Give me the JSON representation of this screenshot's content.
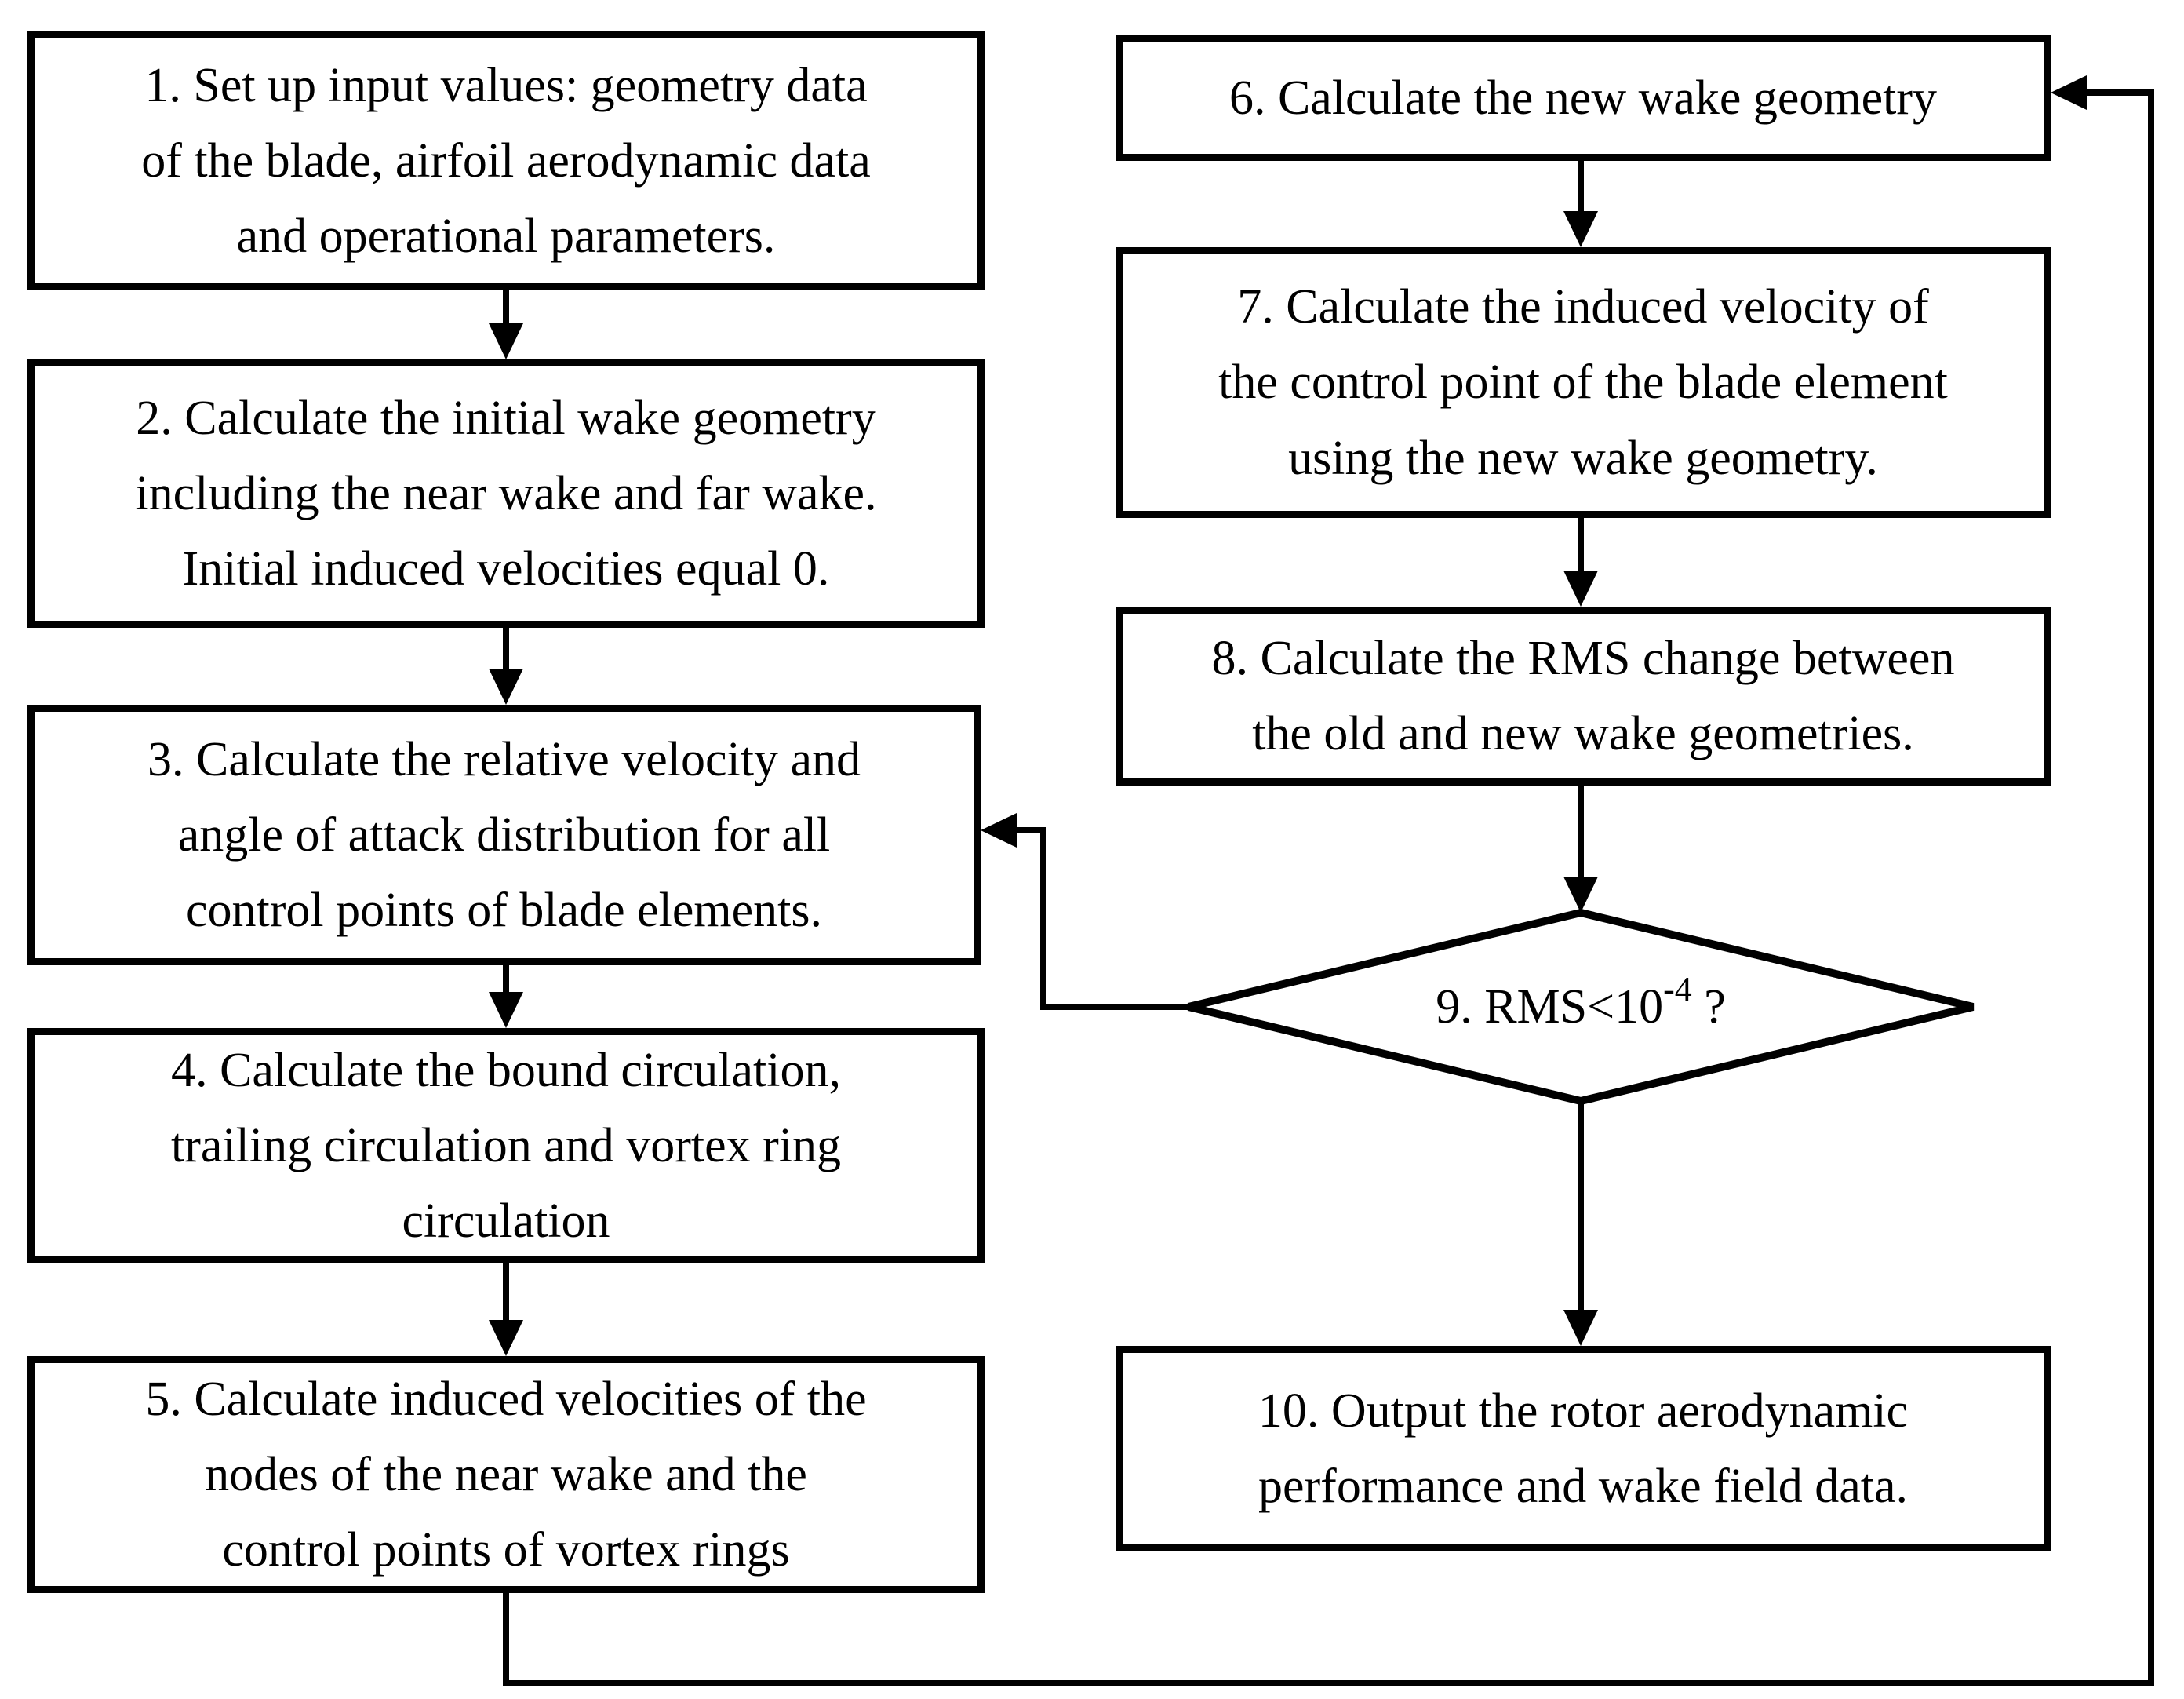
{
  "nodes": {
    "step1": "1. Set up input values: geometry data\nof the blade, airfoil aerodynamic data\nand operational parameters.",
    "step2": "2. Calculate the initial wake geometry\nincluding the near wake and far wake.\nInitial induced velocities equal 0.",
    "step3": "3. Calculate the relative velocity and\nangle of attack distribution for all\ncontrol points of blade elements.",
    "step4": "4. Calculate the bound circulation,\ntrailing circulation and vortex ring\ncirculation",
    "step5": "5. Calculate induced velocities of the\nnodes of the near wake and the\ncontrol points of vortex rings",
    "step6": "6. Calculate the new wake geometry",
    "step7": "7. Calculate the induced velocity of\nthe control point of the blade element\nusing the new wake geometry.",
    "step8": "8. Calculate the RMS change between\nthe old and new wake geometries.",
    "step9": {
      "prefix": "9. RMS<10",
      "superscript": "-4",
      "suffix": " ?"
    },
    "step10": "10. Output the rotor aerodynamic\nperformance and wake field data."
  },
  "edges": [
    {
      "from": "1",
      "to": "2"
    },
    {
      "from": "2",
      "to": "3"
    },
    {
      "from": "3",
      "to": "4"
    },
    {
      "from": "4",
      "to": "5"
    },
    {
      "from": "5",
      "to": "6"
    },
    {
      "from": "6",
      "to": "7"
    },
    {
      "from": "7",
      "to": "8"
    },
    {
      "from": "8",
      "to": "9"
    },
    {
      "from": "9",
      "to": "3"
    },
    {
      "from": "9",
      "to": "10"
    }
  ],
  "colors": {
    "line": "#000000",
    "background": "#ffffff"
  }
}
